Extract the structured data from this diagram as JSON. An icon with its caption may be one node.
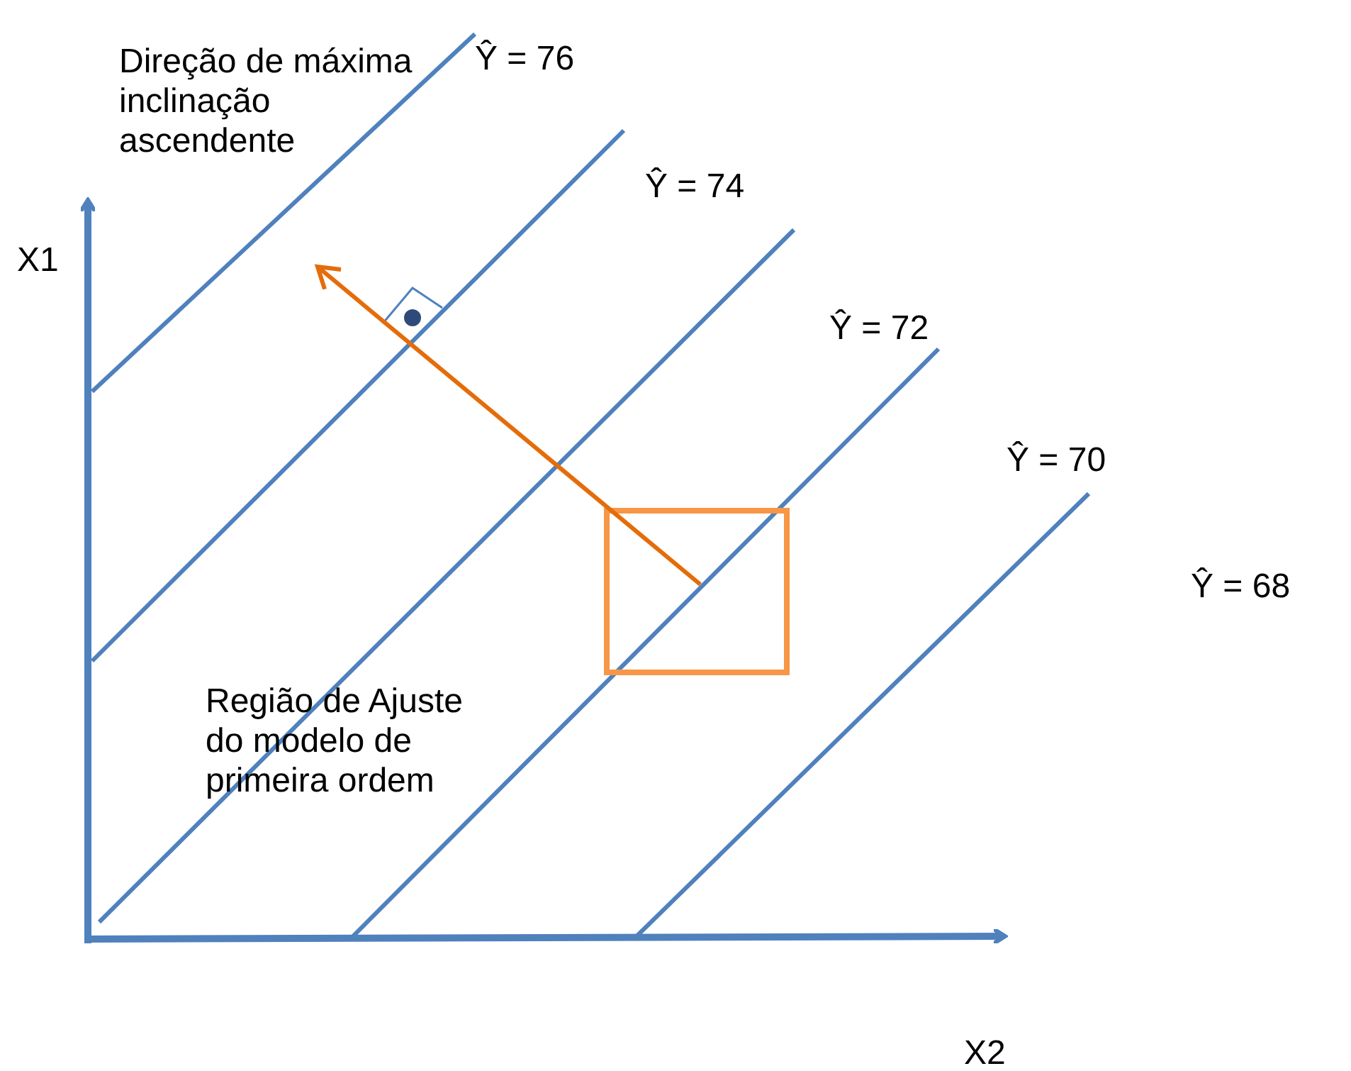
{
  "diagram": {
    "labels": [
      "Direção de máxima inclinação ascendente",
      "Ŷ = 76",
      "Ŷ = 74",
      "X1",
      "Ŷ = 72",
      "Ŷ = 70",
      "Ŷ = 68",
      "Região de Ajuste do modelo de primeira ordem",
      "X2"
    ]
  }
}
